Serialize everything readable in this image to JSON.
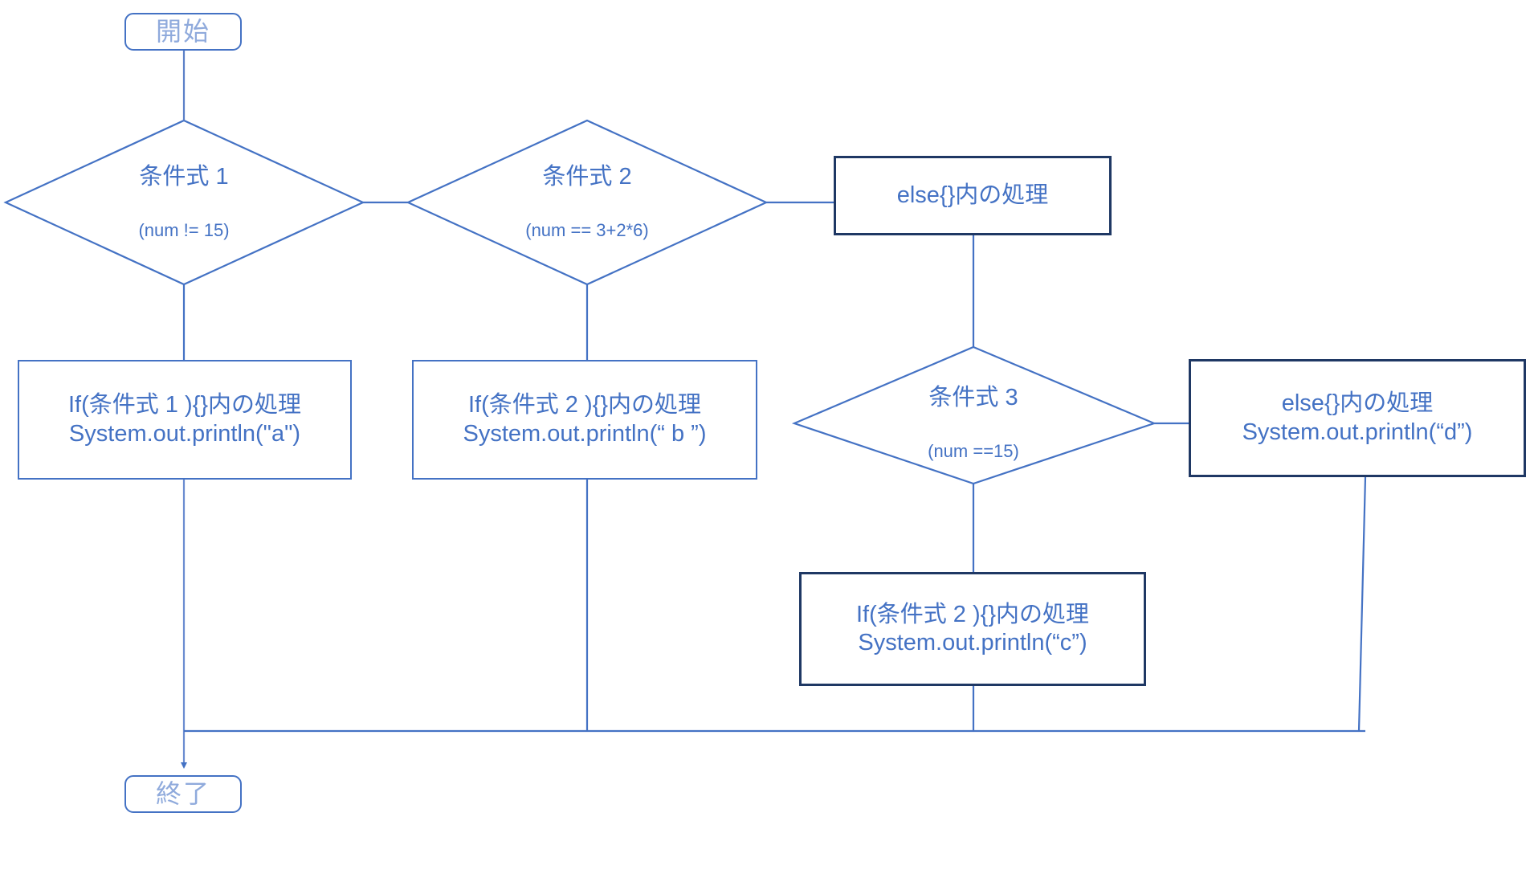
{
  "diagram": {
    "title": "Java if-else if-else flowchart",
    "language": "ja",
    "colors": {
      "line_light": "#4472C4",
      "line_dark": "#1F3864",
      "text_primary": "#4472C4",
      "text_terminator": "#8FAADC",
      "background": "#FFFFFF"
    }
  },
  "nodes": {
    "start": {
      "label": "開始",
      "shape": "terminator"
    },
    "end": {
      "label": "終了",
      "shape": "terminator"
    },
    "decision1": {
      "label": "条件式 1",
      "sub": "(num != 15)",
      "shape": "decision"
    },
    "decision2": {
      "label": "条件式 2",
      "sub": "(num == 3+2*6)",
      "shape": "decision"
    },
    "decision3": {
      "label": "条件式 3",
      "sub": "(num ==15)",
      "shape": "decision"
    },
    "else_top": {
      "label": "else{}内の処理",
      "shape": "process"
    },
    "process_a": {
      "line1": "If(条件式 1 ){}内の処理",
      "line2": "System.out.println(\"a\")",
      "shape": "process"
    },
    "process_b": {
      "line1": "If(条件式 2 ){}内の処理",
      "line2": "System.out.println(“ b ”)",
      "shape": "process"
    },
    "process_c": {
      "line1": "If(条件式 2 ){}内の処理",
      "line2": "System.out.println(“c”)",
      "shape": "process"
    },
    "else_right": {
      "line1": "else{}内の処理",
      "line2": "System.out.println(“d”)",
      "shape": "process"
    }
  }
}
